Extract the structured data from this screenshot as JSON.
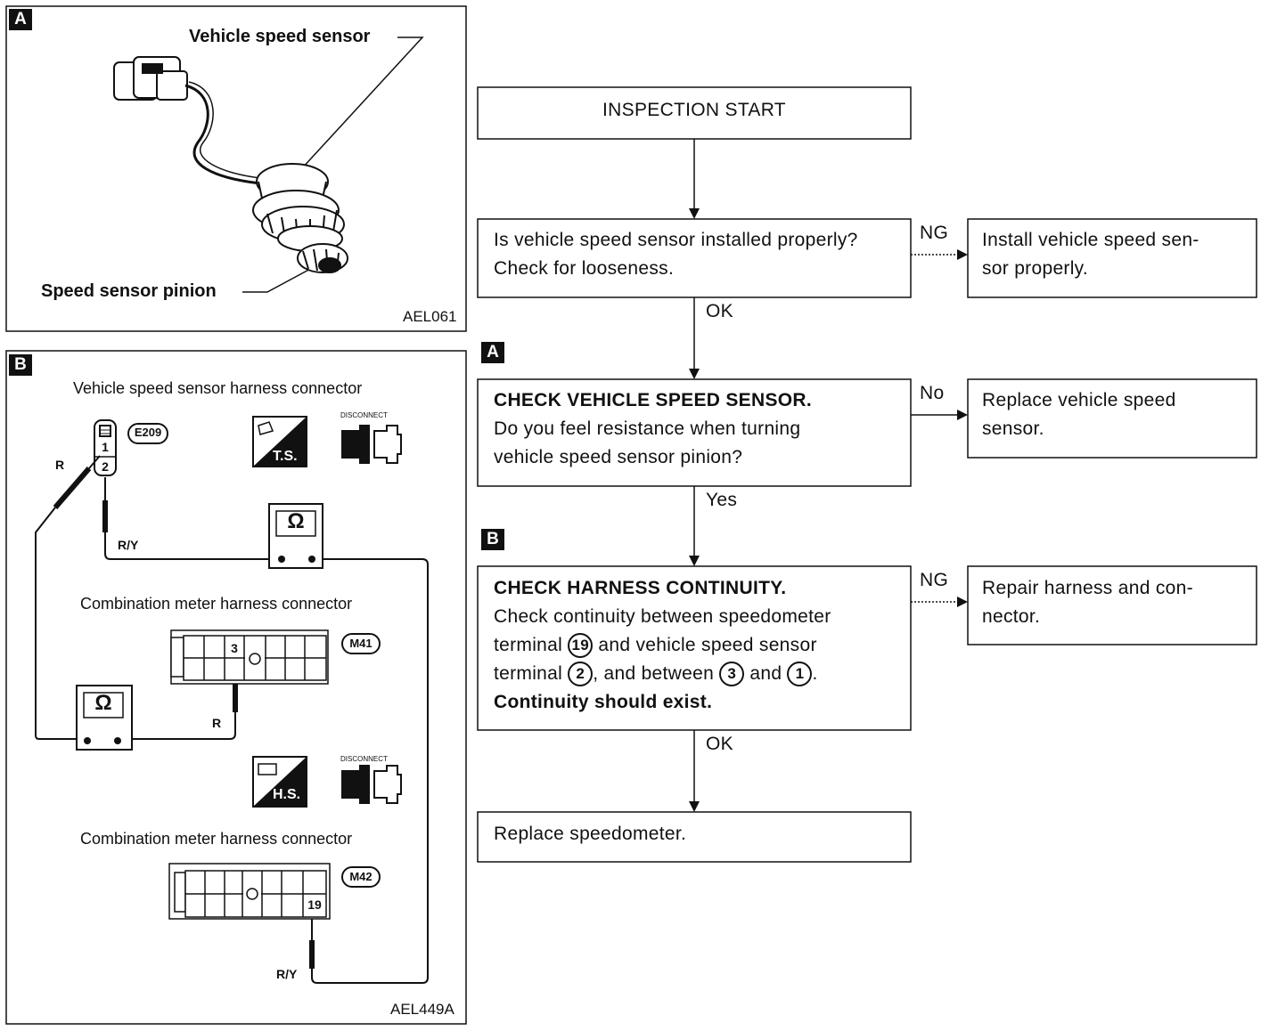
{
  "panel_a": {
    "tag": "A",
    "sensor_label": "Vehicle speed sensor",
    "pinion_label": "Speed sensor pinion",
    "code": "AEL061"
  },
  "panel_b": {
    "tag": "B",
    "vss_connector_title": "Vehicle speed sensor harness connector",
    "vss_connector_id": "E209",
    "vss_term1": "1",
    "vss_term2": "2",
    "wire_r": "R",
    "wire_ry": "R/Y",
    "ohm": "Ω",
    "ts_label": "T.S.",
    "hs_label": "H.S.",
    "disconnect": "DISCONNECT",
    "m41_title": "Combination meter harness connector",
    "m41_id": "M41",
    "m41_term": "3",
    "m42_title": "Combination meter harness connector",
    "m42_id": "M42",
    "m42_term": "19",
    "code": "AEL449A"
  },
  "flow": {
    "start": "INSPECTION START",
    "step1_line1": "Is vehicle speed sensor installed properly?",
    "step1_line2": "Check for looseness.",
    "step1_ng": "NG",
    "step1_ok": "OK",
    "step1_ng_line1": "Install vehicle speed sen-",
    "step1_ng_line2": "sor properly.",
    "tag_a": "A",
    "step2_title": "CHECK VEHICLE SPEED SENSOR.",
    "step2_line2": "Do you feel resistance when turning",
    "step2_line3": "vehicle speed sensor pinion?",
    "step2_no": "No",
    "step2_yes": "Yes",
    "step2_no_line1": "Replace vehicle speed",
    "step2_no_line2": "sensor.",
    "tag_b": "B",
    "step3_title": "CHECK HARNESS CONTINUITY.",
    "step3_line2": "Check continuity between speedometer",
    "step3_line3a": "terminal",
    "step3_c19": "19",
    "step3_line3b": "and vehicle speed sensor",
    "step3_line4a": "terminal",
    "step3_c2": "2",
    "step3_line4b": ", and between",
    "step3_c3": "3",
    "step3_line4c": "and",
    "step3_c1": "1",
    "step3_line4d": ".",
    "step3_line5": "Continuity should exist.",
    "step3_ng": "NG",
    "step3_ok": "OK",
    "step3_ng_line1": "Repair harness and con-",
    "step3_ng_line2": "nector.",
    "final": "Replace speedometer."
  }
}
